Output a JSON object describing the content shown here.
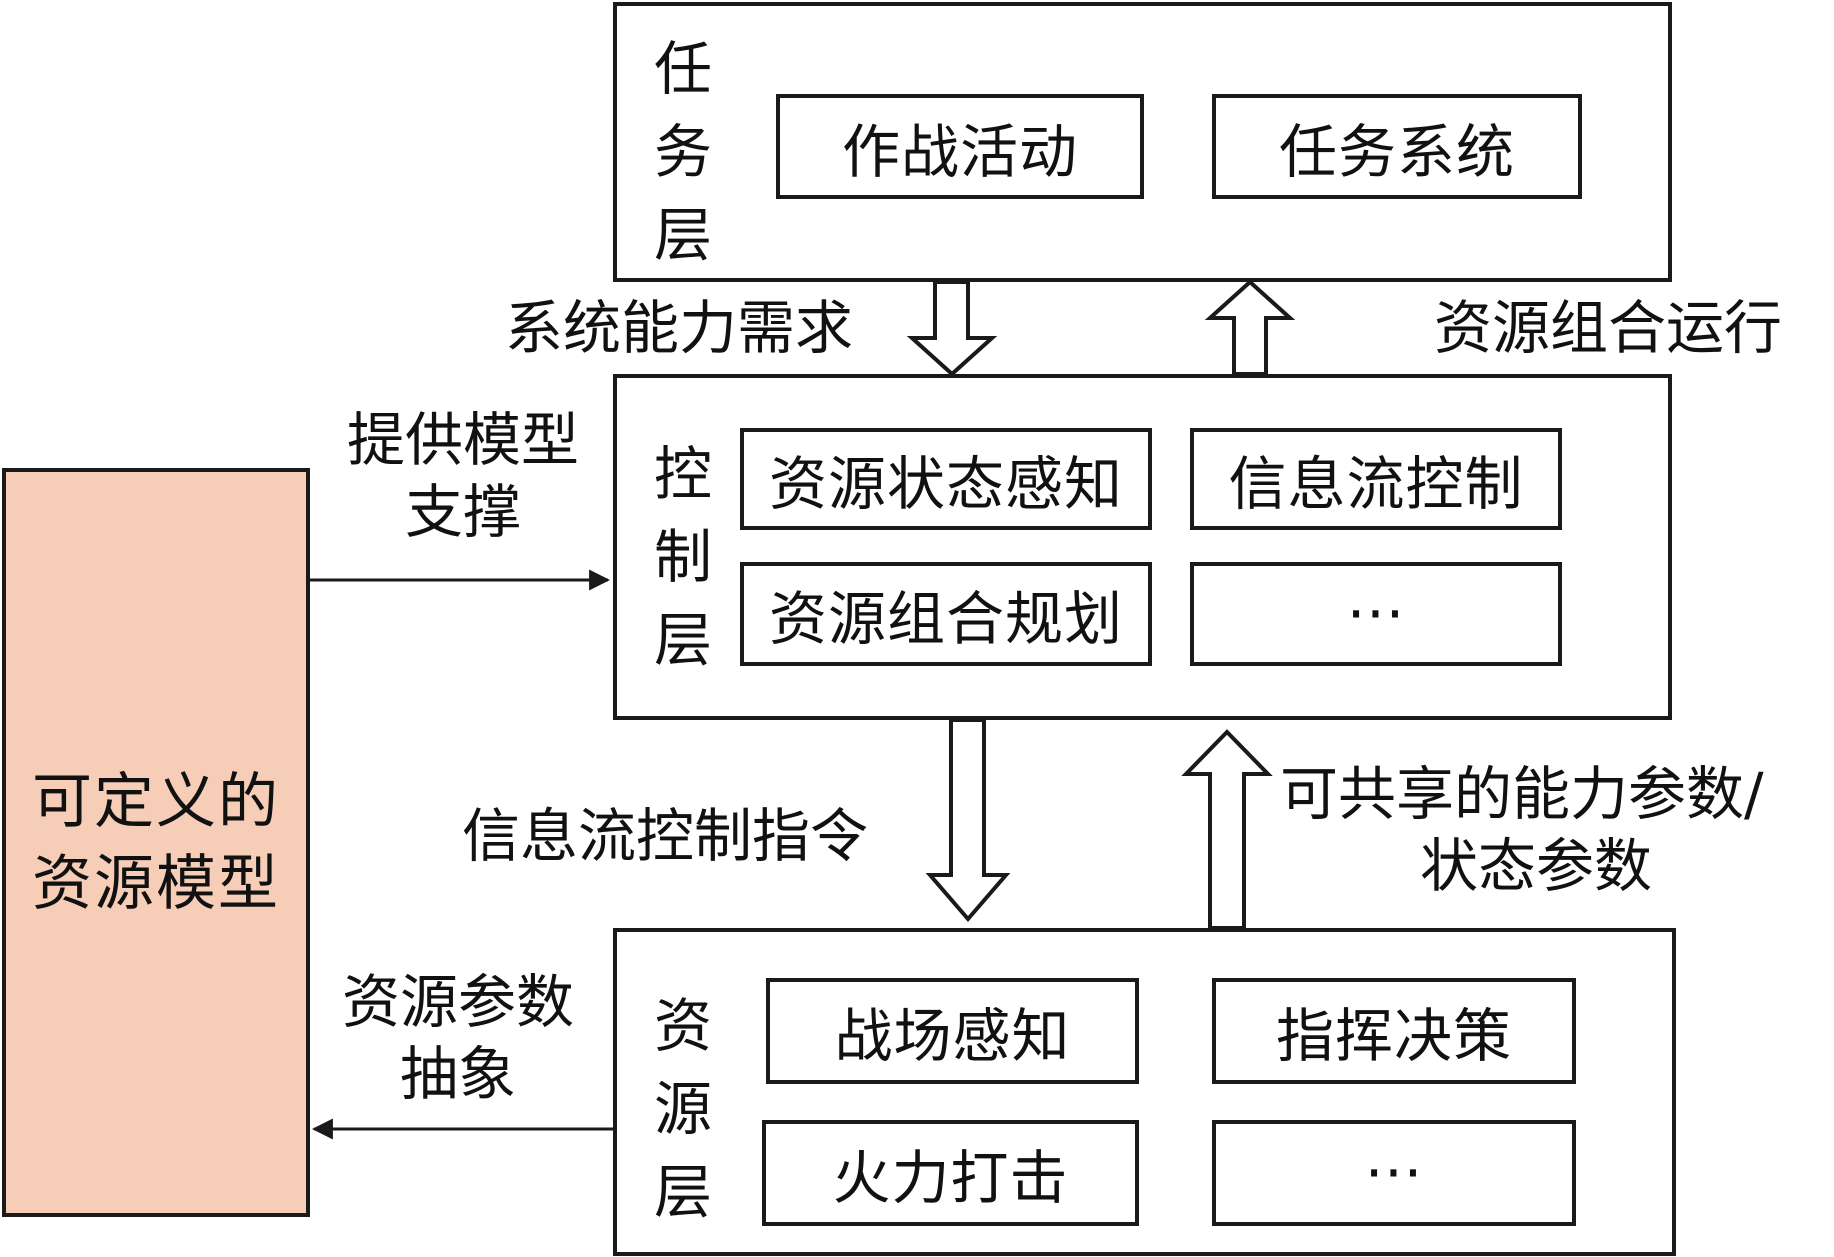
{
  "task_layer": {
    "label": [
      "任",
      "务",
      "层"
    ],
    "items": [
      "作战活动",
      "任务系统"
    ]
  },
  "control_layer": {
    "label": [
      "控",
      "制",
      "层"
    ],
    "items": [
      "资源状态感知",
      "信息流控制",
      "资源组合规划",
      "···"
    ]
  },
  "resource_layer": {
    "label": [
      "资",
      "源",
      "层"
    ],
    "items": [
      "战场感知",
      "指挥决策",
      "火力打击",
      "···"
    ]
  },
  "model": {
    "lines": [
      "可定义的",
      "资源模型"
    ],
    "fill": "#f6cdb6"
  },
  "edges": {
    "system_capability_demand": "系统能力需求",
    "resource_combination_run": "资源组合运行",
    "model_support": [
      "提供模型",
      "支撑"
    ],
    "info_flow_command": "信息流控制指令",
    "shareable_params": [
      "可共享的能力参数/",
      "状态参数"
    ],
    "param_abstraction": [
      "资源参数",
      "抽象"
    ]
  }
}
